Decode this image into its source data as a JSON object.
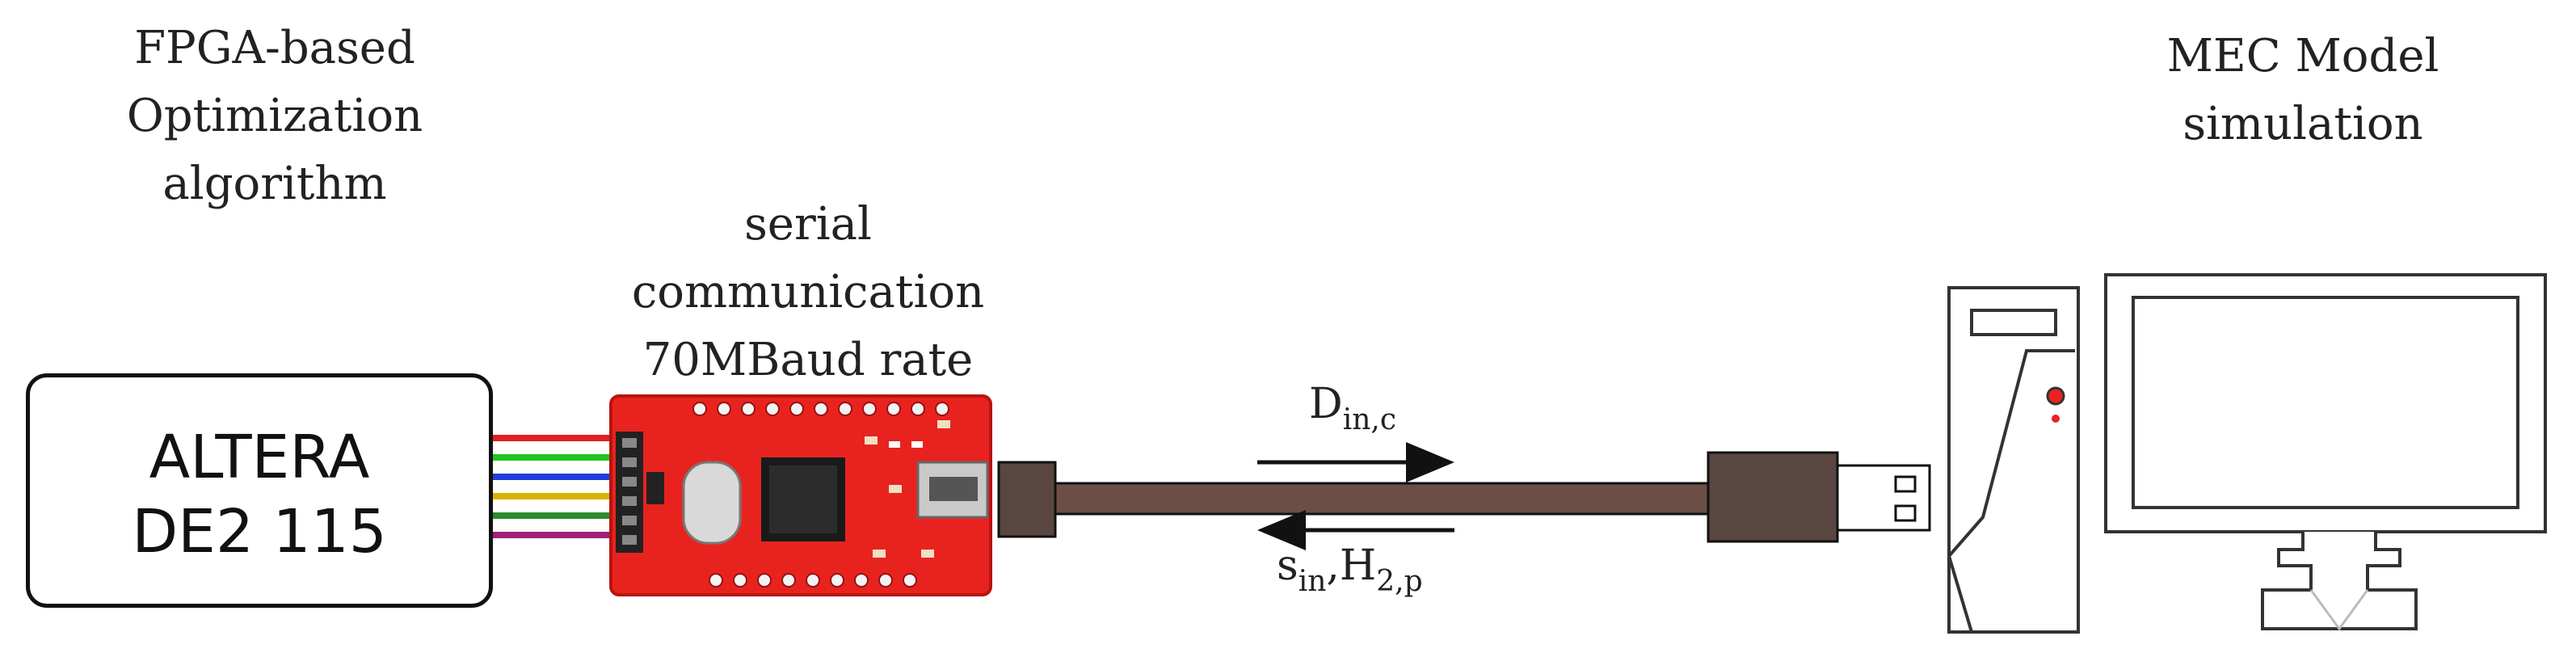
{
  "fpga_label": {
    "lines": [
      "FPGA-based",
      "Optimization",
      "algorithm"
    ]
  },
  "board": {
    "lines": [
      "ALTERA",
      "DE2 115"
    ]
  },
  "serial_label": {
    "lines": [
      "serial",
      "communication",
      "70MBaud rate"
    ]
  },
  "mec_label": {
    "lines": [
      "MEC Model",
      "simulation"
    ]
  },
  "signals": {
    "forward": {
      "base": "D",
      "sub": "in,c"
    },
    "backward": {
      "base1": "s",
      "sub1": "in",
      "sep": ",H",
      "sub2": "2,p"
    }
  },
  "colors": {
    "pcb": "#e8231f",
    "cable": "#6b4f47",
    "connector": "#5a4640",
    "wires": [
      "#e02020",
      "#22c422",
      "#1f3fd8",
      "#d8b400",
      "#2e8a2e",
      "#a0207a"
    ]
  },
  "icons": [
    "usb-serial-adapter-icon",
    "usb-plug-icon",
    "pc-tower-icon",
    "monitor-icon"
  ]
}
